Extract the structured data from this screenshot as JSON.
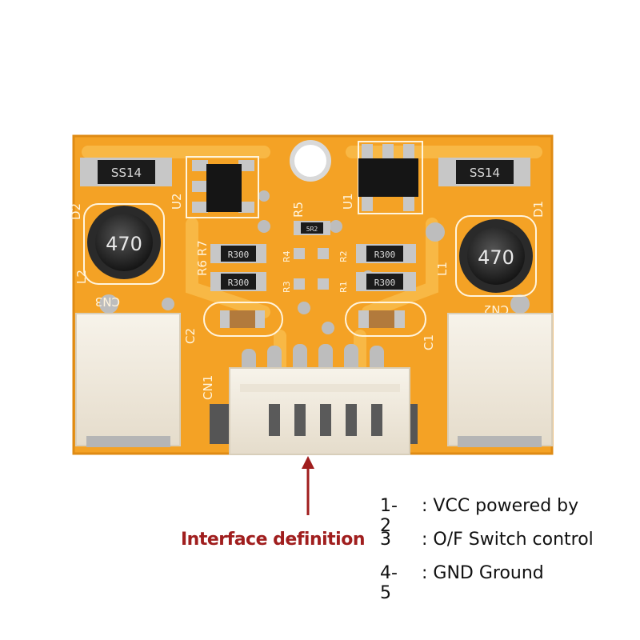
{
  "board": {
    "silkscreen": {
      "d1": "D1",
      "d2": "D2",
      "u1": "U1",
      "u2": "U2",
      "l1": "L1",
      "l2": "L2",
      "r1": "R1",
      "r2": "R2",
      "r3": "R3",
      "r4": "R4",
      "r5": "R5",
      "r6r7": "R6 R7",
      "c1": "C1",
      "c2": "C2",
      "cn1": "CN1",
      "cn2": "CN2",
      "cn3": "CN3"
    },
    "diode_marking": "SS14",
    "inductor_marking": "470",
    "resistor_marking": "R300",
    "small_resistor_marking": "5R2",
    "colors": {
      "pcb": "#f4a225",
      "pcb_edge": "#e08a12",
      "copper": "#c9c9c9",
      "connector": "#f3ede2"
    }
  },
  "annotation": {
    "interface_label": "Interface definition",
    "arrow_color": "#a01e1e",
    "pins": [
      {
        "num": "1-2",
        "signal": ": VCC  powered by"
      },
      {
        "num": "3",
        "signal": ": O/F  Switch control"
      },
      {
        "num": "4-5",
        "signal": ": GND  Ground"
      }
    ]
  }
}
